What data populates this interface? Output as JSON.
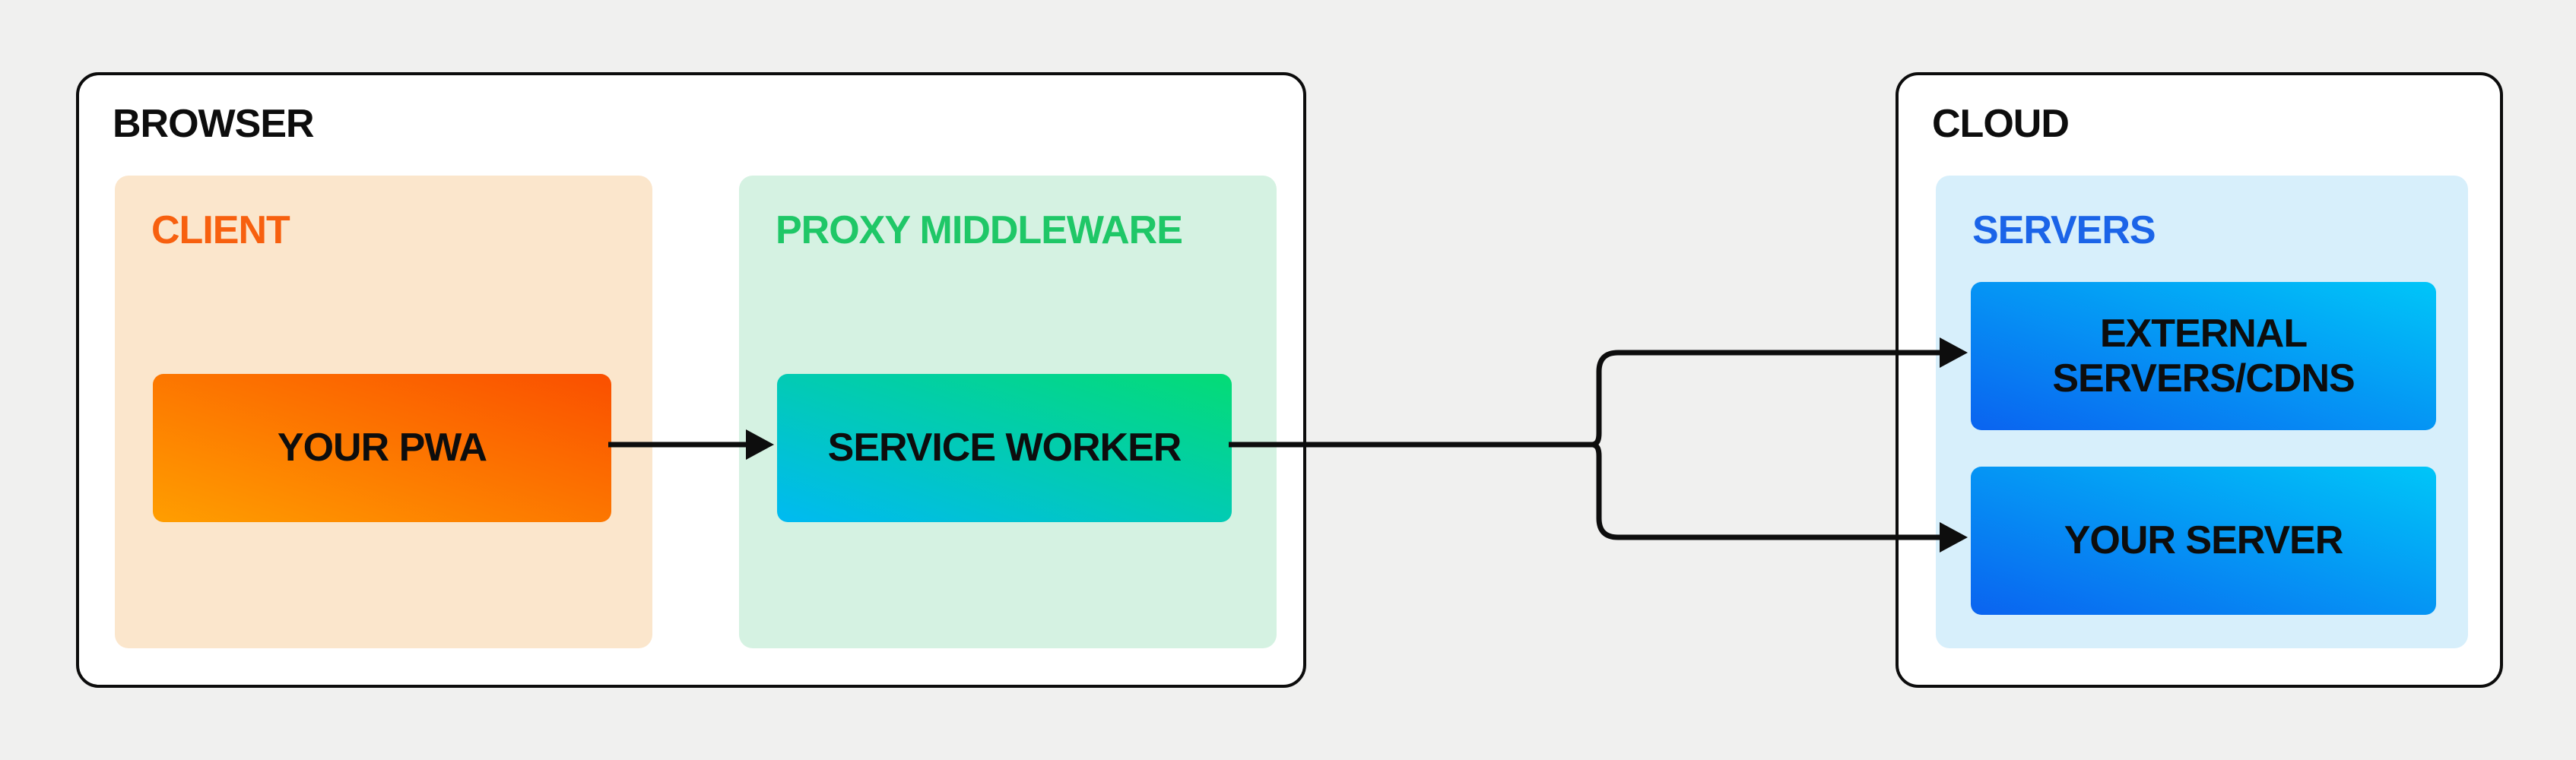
{
  "canvas": {
    "background": "#f0f0ef"
  },
  "colors": {
    "line": "#0d0d0d",
    "card_border": "#0c0c0c",
    "card_bg": "#ffffff",
    "title_text": "#0d0d0d",
    "node_text": "#0d0d0d"
  },
  "browser": {
    "title": "BROWSER",
    "client": {
      "label": "CLIENT",
      "label_color": "#f7600f",
      "bg": "#fbe6cc",
      "node": {
        "label": "YOUR PWA",
        "gradient_from": "#ff9e00",
        "gradient_to": "#fa4f00"
      }
    },
    "proxy": {
      "label": "PROXY MIDDLEWARE",
      "label_color": "#1fc767",
      "bg": "#d5f2e2",
      "node": {
        "label": "SERVICE WORKER",
        "gradient_from": "#00baf2",
        "gradient_to": "#04dc75"
      }
    }
  },
  "cloud": {
    "title": "CLOUD",
    "servers": {
      "label": "SERVERS",
      "label_color": "#1b64e8",
      "bg": "#d7effb",
      "nodes": [
        {
          "label": "EXTERNAL SERVERS/CDNS",
          "gradient_from": "#0a63f0",
          "gradient_to": "#00c6f8"
        },
        {
          "label": "YOUR SERVER",
          "gradient_from": "#0a63f0",
          "gradient_to": "#00c6f8"
        }
      ]
    }
  },
  "arrows": [
    {
      "from": "YOUR PWA",
      "to": "SERVICE WORKER"
    },
    {
      "from": "SERVICE WORKER",
      "to": "EXTERNAL SERVERS/CDNS"
    },
    {
      "from": "SERVICE WORKER",
      "to": "YOUR SERVER"
    }
  ]
}
